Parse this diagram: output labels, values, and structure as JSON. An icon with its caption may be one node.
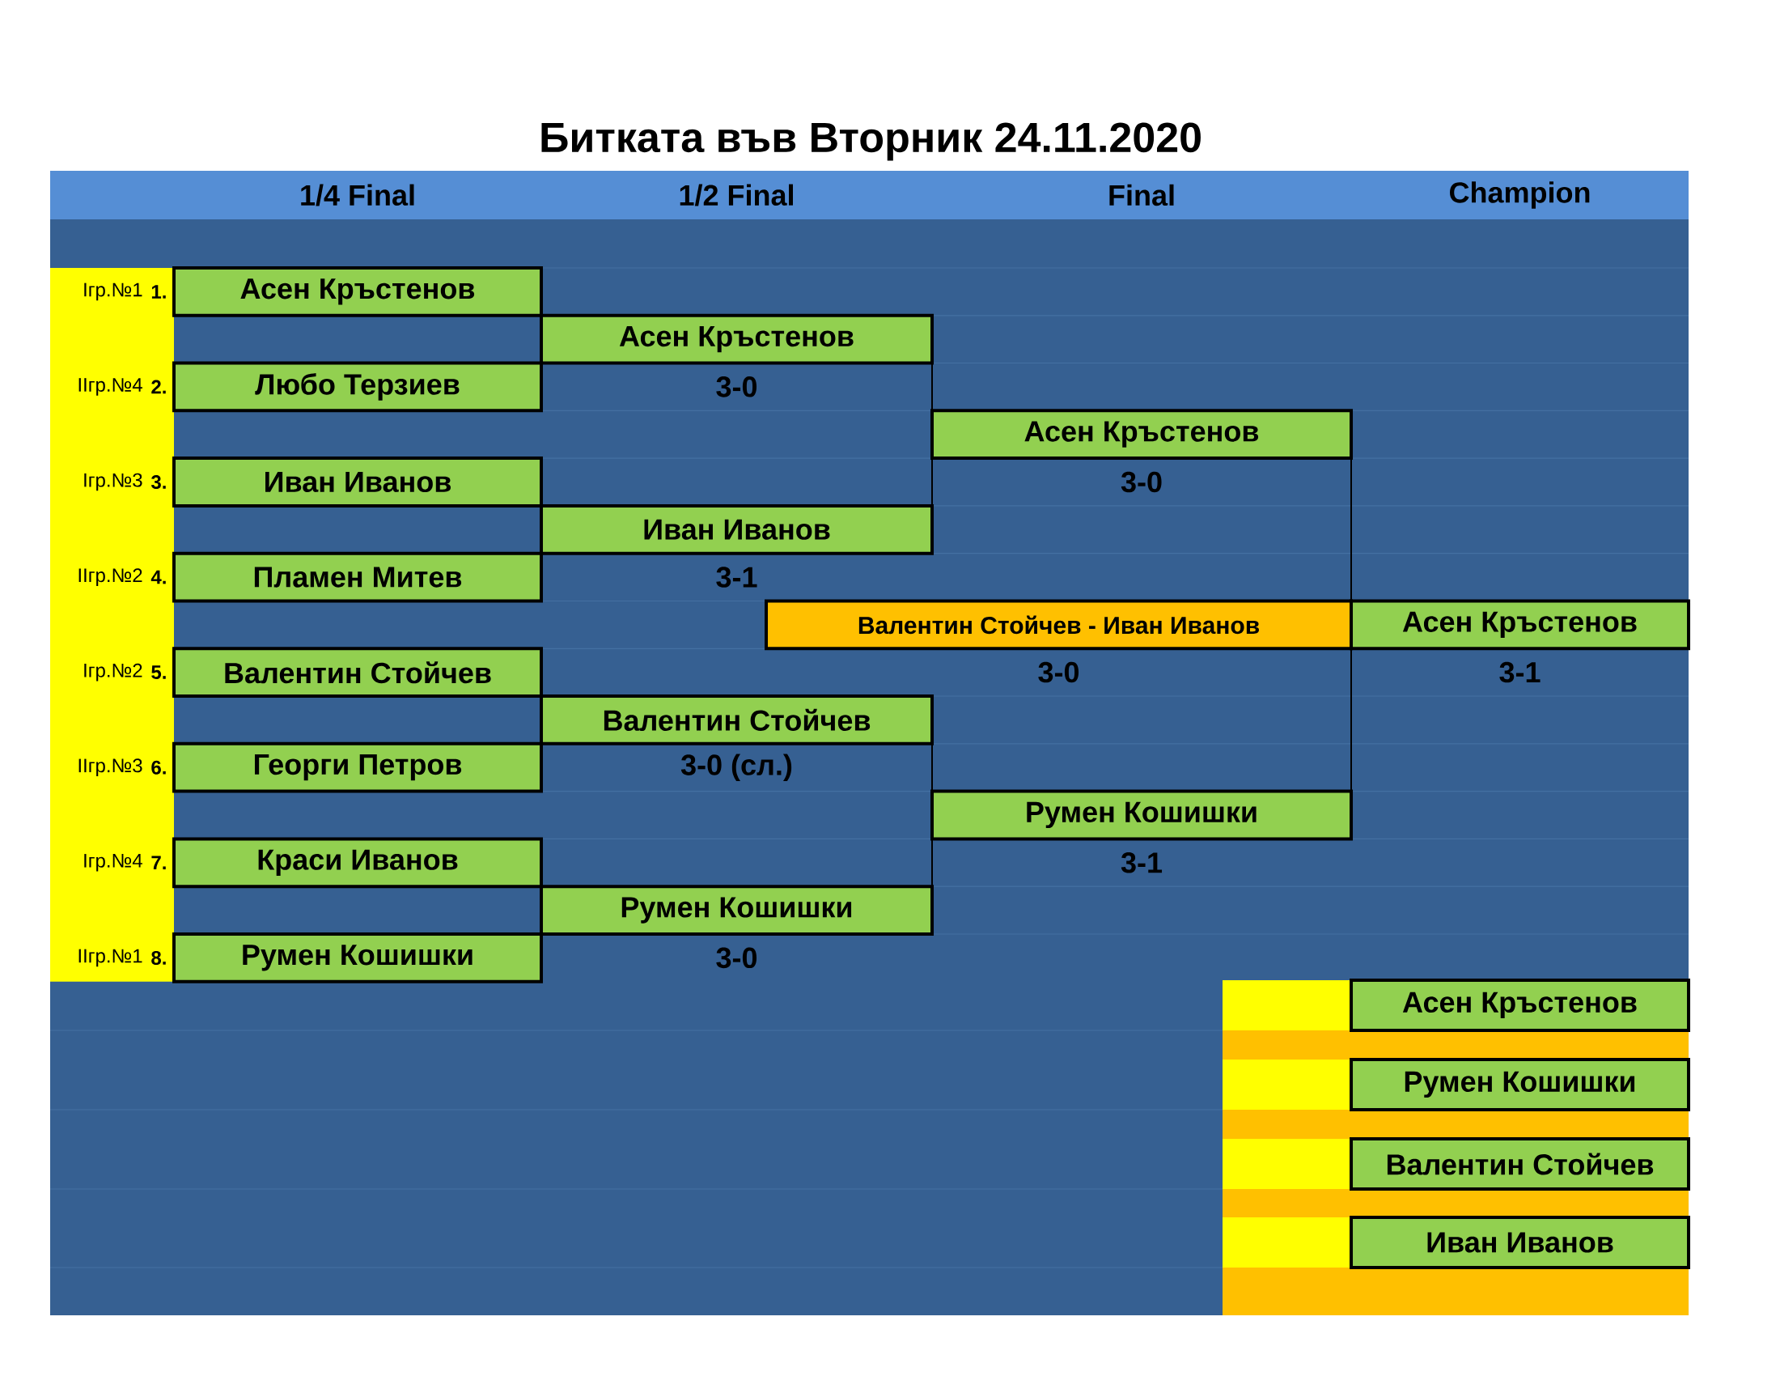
{
  "diagram": {
    "title": "Битката във Вторник  24.11.2020",
    "nodes": [
      {
        "text": [
          "Асен Кръстенов"
        ]
      },
      {
        "text": [
          "Асен Кръстенов"
        ],
        "beside": [
          "3-0"
        ]
      },
      {
        "text": [
          "Любо Терзиев"
        ]
      },
      {
        "text": [
          "Асен Кръстенов"
        ],
        "beside": [
          "3-0"
        ]
      },
      {
        "text": [
          "Иван Иванов"
        ]
      },
      {
        "text": [
          "Иван Иванов"
        ],
        "beside": [
          "3-1"
        ]
      },
      {
        "text": [
          "Пламен Митев"
        ]
      },
      {
        "text": [
          "Валентин Стойчев - Иван Иванов"
        ],
        "beside": [
          "3-0"
        ]
      },
      {
        "text": [
          "Асен Кръстенов"
        ],
        "beside": [
          "3-1"
        ]
      },
      {
        "text": [
          "Валентин Стойчев"
        ]
      },
      {
        "text": [
          "Валентин Стойчев"
        ],
        "beside": [
          "3-0 (сл.)"
        ]
      },
      {
        "text": [
          "Георги Петров"
        ]
      },
      {
        "text": [
          "Румен Кошишки"
        ],
        "beside": [
          "3-1"
        ]
      },
      {
        "text": [
          "Краси Иванов"
        ]
      },
      {
        "text": [
          "Румен Кошишки"
        ],
        "beside": [
          "3-0"
        ]
      },
      {
        "text": [
          "Румен Кошишки"
        ]
      },
      {
        "text": [
          "Асен Кръстенов"
        ]
      },
      {
        "text": [
          "Румен Кошишки"
        ]
      },
      {
        "text": [
          "Валентин Стойчев"
        ]
      },
      {
        "text": [
          "Иван Иванов"
        ]
      }
    ],
    "edges": [
      {
        "from": 1,
        "to": 3,
        "arrow": "none"
      },
      {
        "from": 5,
        "to": 3,
        "arrow": "none"
      },
      {
        "from": 3,
        "to": 8,
        "arrow": "none"
      },
      {
        "from": 12,
        "to": 8,
        "arrow": "none"
      },
      {
        "from": 10,
        "to": 12,
        "arrow": "none"
      },
      {
        "from": 14,
        "to": 12,
        "arrow": "none"
      }
    ],
    "labels": [
      "1/4 Final",
      "1/2 Final",
      "Final",
      "Champion",
      "Iгр.№1",
      "1.",
      "IIгр.№4",
      "2.",
      "Iгр.№3",
      "3.",
      "IIгр.№2",
      "4.",
      "Iгр.№2",
      "5.",
      "IIгр.№3",
      "6.",
      "Iгр.№4",
      "7.",
      "IIгр.№1",
      "8."
    ]
  }
}
